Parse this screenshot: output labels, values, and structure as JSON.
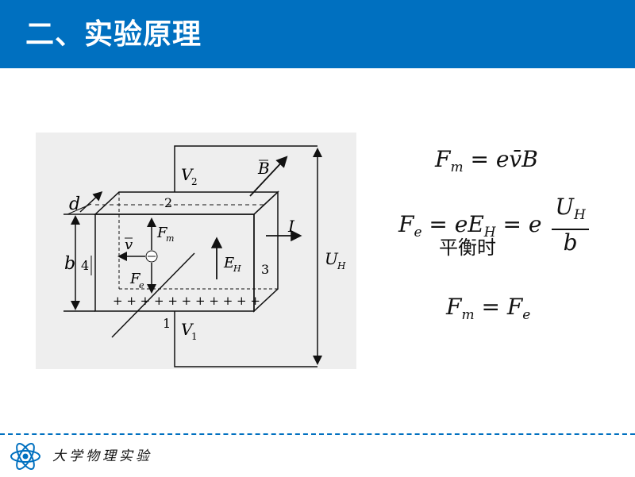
{
  "header": {
    "title": "二、实验原理"
  },
  "diagram": {
    "labels": {
      "d": "d",
      "b": "b",
      "v2": "V",
      "v2_sub": "2",
      "v1": "V",
      "v1_sub": "1",
      "uh": "U",
      "uh_sub": "H",
      "b_field": "B",
      "current": "I",
      "fm": "F",
      "fm_sub": "m",
      "fe": "F",
      "fe_sub": "e",
      "eh": "E",
      "eh_sub": "H",
      "v": "v",
      "e1": "1",
      "e2": "2",
      "e3": "3",
      "e4": "4",
      "charges": "+ + + + + + + + + + +"
    }
  },
  "formulas": {
    "f1": {
      "lhs": "F",
      "lhs_sub": "m",
      "rhs": "= e",
      "vbar": "v̄",
      "tail": "B"
    },
    "f2": {
      "lhs": "F",
      "lhs_sub": "e",
      "mid": "= eE",
      "mid_sub": "H",
      "tail": "= e",
      "num": "U",
      "num_sub": "H",
      "den": "b"
    },
    "balance": "平衡时",
    "f3": {
      "lhs": "F",
      "lhs_sub": "m",
      "eq": "=",
      "rhs": "F",
      "rhs_sub": "e"
    }
  },
  "footer": {
    "text": "大学物理实验"
  },
  "colors": {
    "accent": "#0070c0",
    "panel": "#eeeeee"
  }
}
